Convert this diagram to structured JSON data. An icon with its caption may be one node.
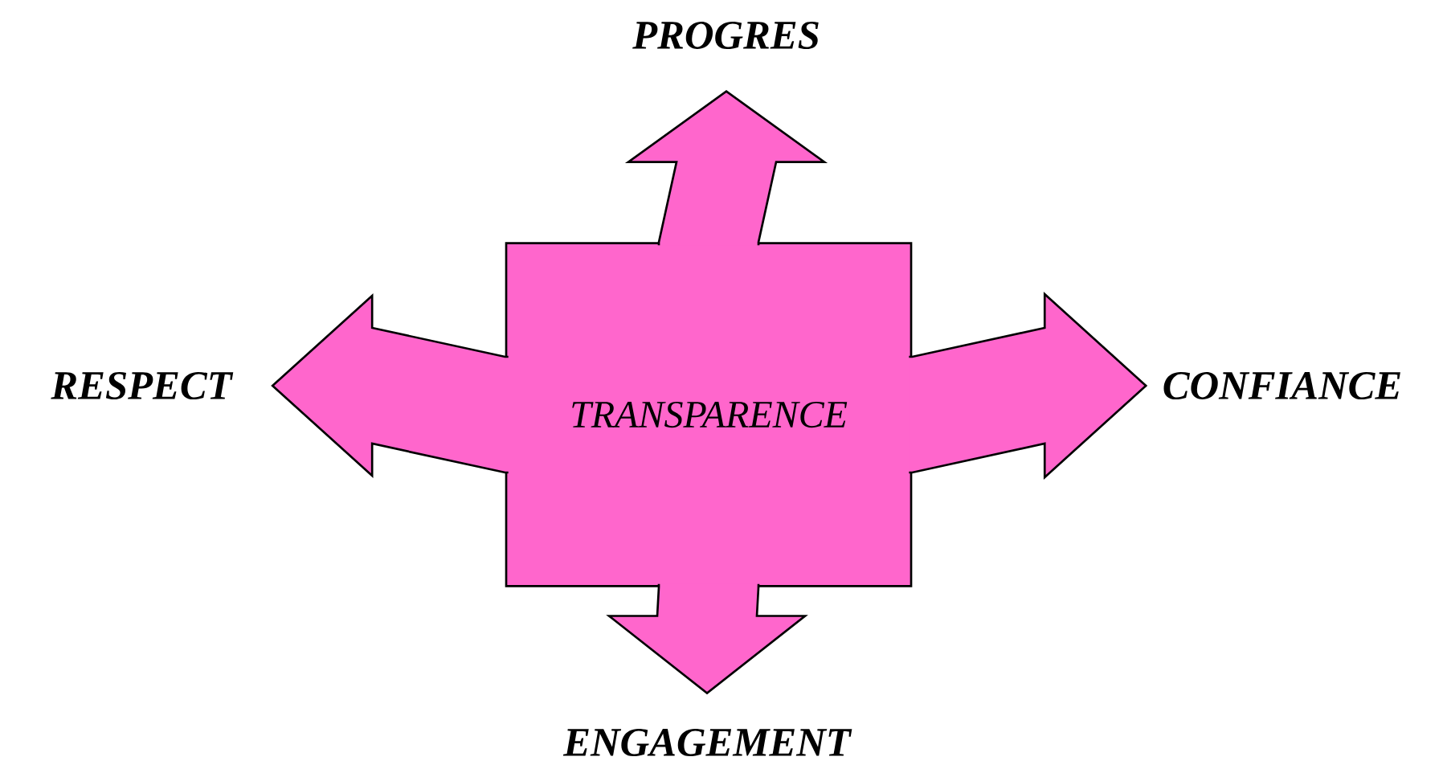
{
  "diagram": {
    "nodes": [
      {
        "text": [
          "PROGRES"
        ]
      },
      {
        "text": [
          "RESPECT"
        ]
      },
      {
        "text": [
          "TRANSPARENCE"
        ]
      },
      {
        "text": [
          "CONFIANCE"
        ]
      },
      {
        "text": [
          "ENGAGEMENT"
        ]
      }
    ],
    "edges": [
      {
        "from": 2,
        "to": 0,
        "arrow": "to"
      },
      {
        "from": 2,
        "to": 1,
        "arrow": "to"
      },
      {
        "from": 2,
        "to": 3,
        "arrow": "to"
      },
      {
        "from": 2,
        "to": 4,
        "arrow": "to"
      }
    ]
  }
}
